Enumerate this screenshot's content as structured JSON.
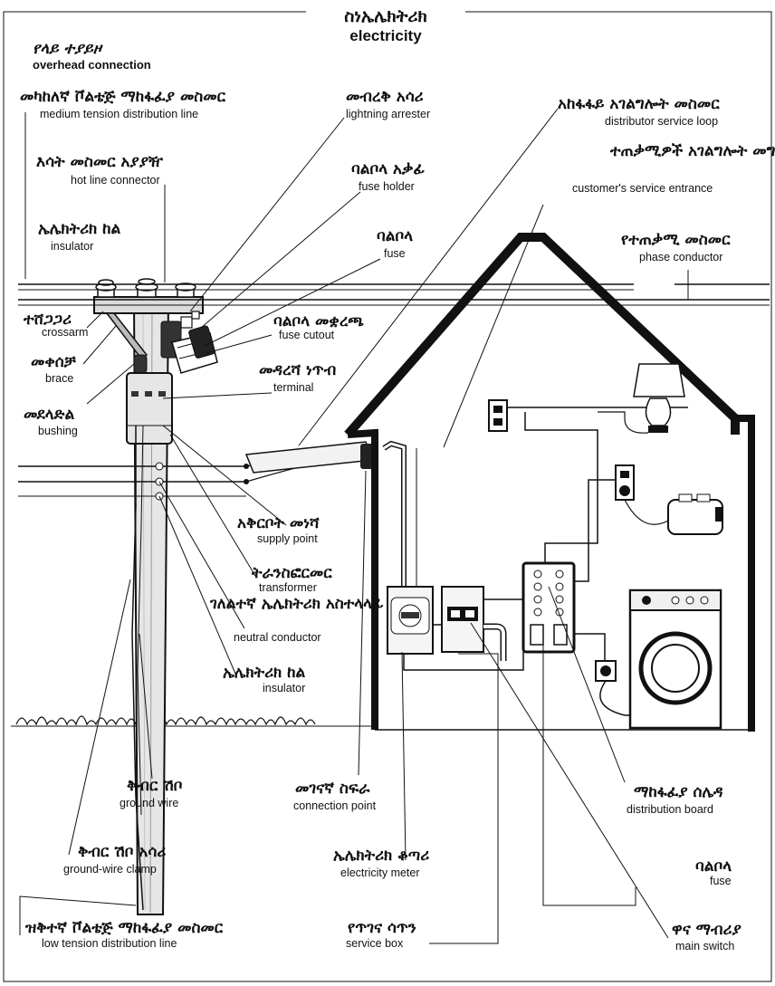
{
  "title": {
    "amharic": "ስነኤሌክትሪክ",
    "english": "electricity"
  },
  "section": {
    "amharic": "የላይ ተያይዞ",
    "english": "overhead connection"
  },
  "labels": {
    "medium_tension_line": {
      "am": "መካከለኛ ቮልቴጅ ማከፋፈያ መስመር",
      "en": "medium tension distribution line"
    },
    "lightning_arrester": {
      "am": "መብረቅ አሳሪ",
      "en": "lightning arrester"
    },
    "distributor_service_loop": {
      "am": "አከፋፋይ አገልግሎት መስመር",
      "en": "distributor service loop"
    },
    "hot_line_connector": {
      "am": "እሳት መስመር አያያዥ",
      "en": "hot line connector"
    },
    "fuse_holder": {
      "am": "ባልቦላ አቃፊ",
      "en": "fuse holder"
    },
    "customers_service_entrance": {
      "am": "ተጠቃሚዎች አገልግሎት መግቢያ",
      "en": "customer's service entrance"
    },
    "insulator_top": {
      "am": "ኤሌክትሪክ ከል",
      "en": "insulator"
    },
    "fuse_top": {
      "am": "ባልቦላ",
      "en": "fuse"
    },
    "phase_conductor": {
      "am": "የተጠቃሚ መስመር",
      "en": "phase conductor"
    },
    "crossarm": {
      "am": "ተሸጋጋሪ",
      "en": "crossarm"
    },
    "fuse_cutout": {
      "am": "ባልቦላ መቋረጫ",
      "en": "fuse cutout"
    },
    "brace": {
      "am": "መቀሰቻ",
      "en": "brace"
    },
    "terminal": {
      "am": "መዳረሻ ነጥብ",
      "en": "terminal"
    },
    "bushing": {
      "am": "መደላድል",
      "en": "bushing"
    },
    "supply_point": {
      "am": "አቅርቦት መነሻ",
      "en": "supply point"
    },
    "transformer": {
      "am": "ትራንስፎርመር",
      "en": "transformer"
    },
    "neutral_conductor": {
      "am": "ገለልተኛ ኤሌክትሪክ አስተላላፊ",
      "en": "neutral conductor"
    },
    "insulator_bottom": {
      "am": "ኤሌክትሪክ ከል",
      "en": "insulator"
    },
    "ground_wire": {
      "am": "ቅብር ሽቦ",
      "en": "ground wire"
    },
    "connection_point": {
      "am": "መገናኛ ስፍራ",
      "en": "connection point"
    },
    "distribution_board": {
      "am": "ማከፋፈያ ሰሌዳ",
      "en": "distribution board"
    },
    "ground_wire_clamp": {
      "am": "ቅብር ሽቦ አሳሪ",
      "en": "ground-wire clamp"
    },
    "electricity_meter": {
      "am": "ኤሌክትሪክ ቆጣሪ",
      "en": "electricity meter"
    },
    "fuse_bottom": {
      "am": "ባልቦላ",
      "en": "fuse"
    },
    "low_tension_line": {
      "am": "ዝቅተኛ ቮልቴጅ ማከፋፈያ መስመር",
      "en": "low tension distribution line"
    },
    "service_box": {
      "am": "የጥገና ሳጥን",
      "en": "service box"
    },
    "main_switch": {
      "am": "ዋና ማብሪያ",
      "en": "main switch"
    }
  }
}
